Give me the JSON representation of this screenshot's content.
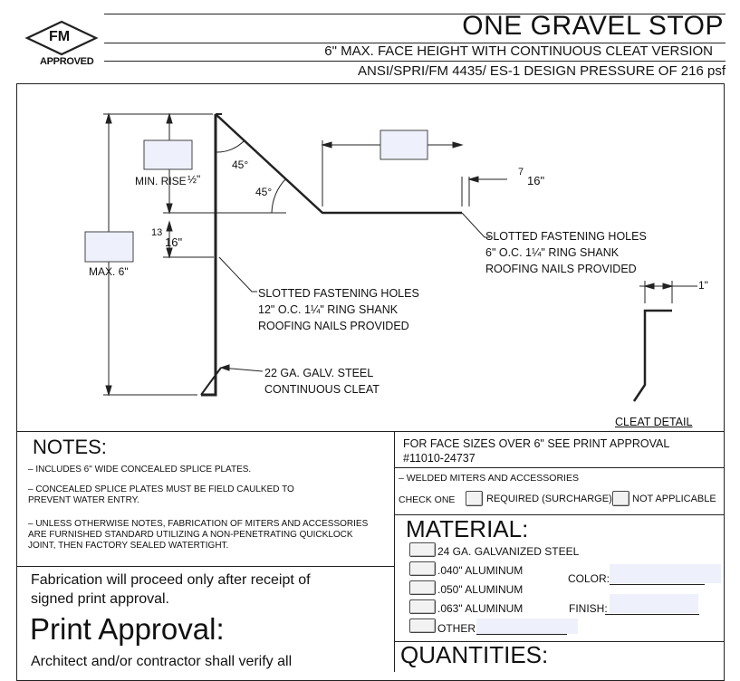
{
  "logo": {
    "text": "FM",
    "sub": "APPROVED"
  },
  "header": {
    "title": "ONE GRAVEL STOP",
    "subtitle": "6\" MAX. FACE HEIGHT WITH CONTINUOUS CLEAT VERSION",
    "standard": "ANSI/SPRI/FM 4435/ ES-1 DESIGN PRESSURE OF 216 psf"
  },
  "drawing": {
    "angle_top": "45°",
    "angle_mid": "45°",
    "min_rise": "MIN. RISE",
    "min_rise_half": "½\"",
    "thirteen": "13",
    "sixteen": "16\"",
    "max": "MAX. 6\"",
    "seven": "7",
    "sixteen_b": "16\"",
    "slot_right": [
      "SLOTTED FASTENING HOLES",
      "6\" O.C. 1¼\" RING SHANK",
      "ROOFING NAILS PROVIDED"
    ],
    "slot_left": [
      "SLOTTED FASTENING HOLES",
      "12\" O.C. 1¼\" RING SHANK",
      "ROOFING NAILS PROVIDED"
    ],
    "cleat": [
      "22 GA. GALV. STEEL",
      "CONTINUOUS CLEAT"
    ],
    "one_inch": "1\"",
    "cleat_detail": "CLEAT DETAIL"
  },
  "notes": {
    "heading": "NOTES:",
    "items": [
      "– INCLUDES 6\" WIDE CONCEALED SPLICE PLATES.",
      "– CONCEALED SPLICE PLATES MUST BE FIELD CAULKED TO",
      "PREVENT WATER ENTRY.",
      "– UNLESS OTHERWISE NOTES, FABRICATION OF MITERS AND ACCESSORIES",
      "ARE FURNISHED STANDARD UTILIZING A NON-PENETRATING QUICKLOCK",
      "JOINT, THEN FACTORY SEALED WATERTIGHT."
    ]
  },
  "fabrication": [
    "Fabrication will proceed only after receipt of",
    "signed print approval."
  ],
  "print_approval": {
    "heading": "Print Approval:",
    "text": "Architect and/or contractor shall verify all"
  },
  "face_sizes": [
    "FOR FACE SIZES OVER 6\" SEE PRINT APPROVAL",
    "#11010-24737"
  ],
  "miters": {
    "label": "– WELDED MITERS AND ACCESSORIES",
    "check_one": "CHECK ONE",
    "option_required": "REQUIRED (SURCHARGE)",
    "option_na": "NOT APPLICABLE"
  },
  "material": {
    "heading": "MATERIAL:",
    "options": [
      "24 GA. GALVANIZED STEEL",
      ".040\" ALUMINUM",
      ".050\" ALUMINUM",
      ".063\" ALUMINUM",
      "OTHER"
    ],
    "color_label": "COLOR:",
    "finish_label": "FINISH:"
  },
  "quantities": {
    "heading": "QUANTITIES:"
  }
}
